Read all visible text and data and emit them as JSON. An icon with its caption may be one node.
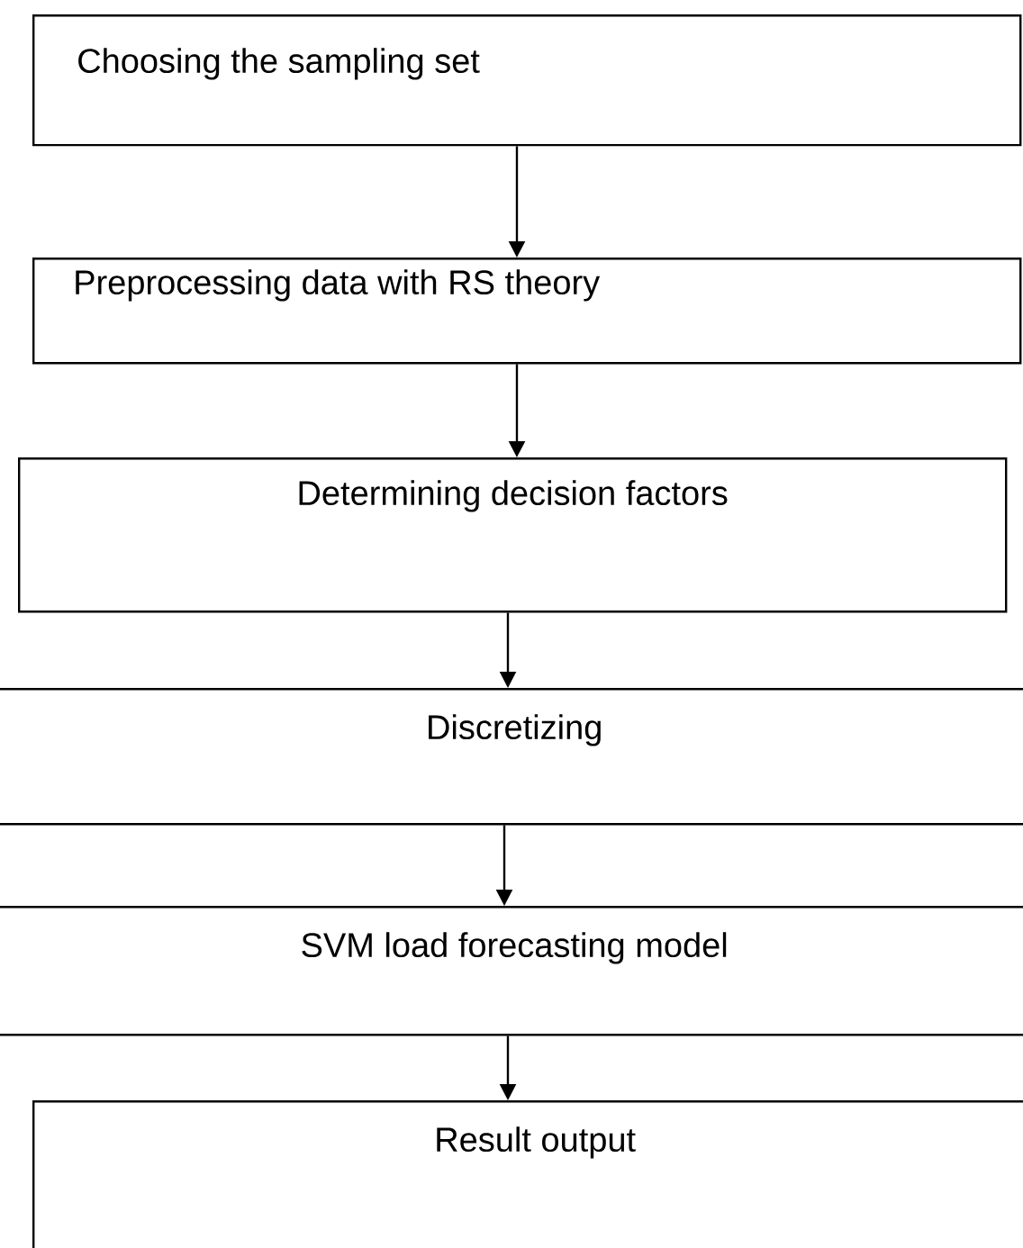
{
  "diagram": {
    "nodes": [
      {
        "text": [
          "Choosing the sampling set"
        ]
      },
      {
        "text": [
          "Preprocessing data with RS theory"
        ]
      },
      {
        "text": [
          "Determining decision factors"
        ]
      },
      {
        "text": [
          "Discretizing"
        ]
      },
      {
        "text": [
          "SVM load forecasting model"
        ]
      },
      {
        "text": [
          "Result output"
        ]
      }
    ],
    "edges": [
      {
        "from": 0,
        "to": 1,
        "arrow": "to"
      },
      {
        "from": 1,
        "to": 2,
        "arrow": "to"
      },
      {
        "from": 2,
        "to": 3,
        "arrow": "to"
      },
      {
        "from": 3,
        "to": 4,
        "arrow": "to"
      },
      {
        "from": 4,
        "to": 5,
        "arrow": "to"
      }
    ]
  }
}
